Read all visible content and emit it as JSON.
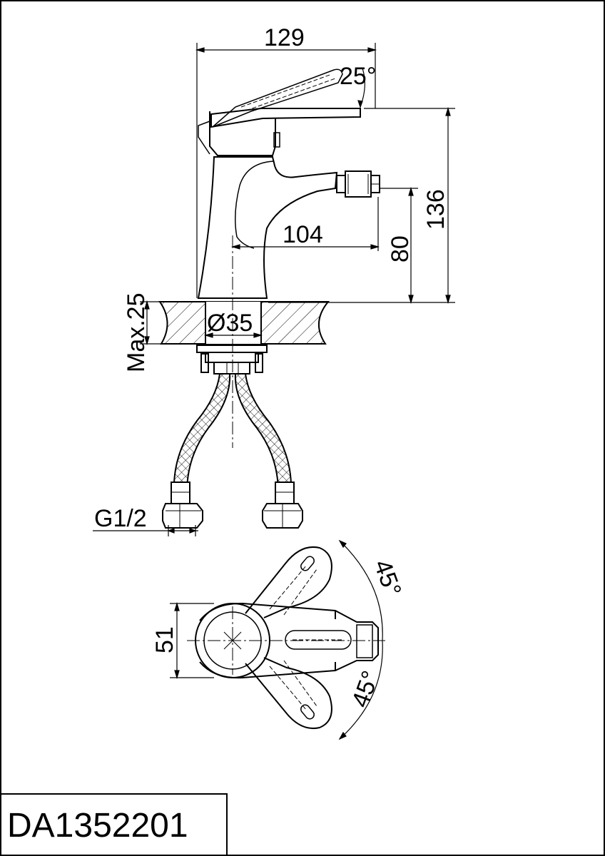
{
  "drawing": {
    "code": "DA1352201",
    "dimensions": {
      "overall_width": "129",
      "lever_angle": "25°",
      "total_height": "136",
      "spout_height": "80",
      "spout_reach": "104",
      "hole_diameter": "Ø35",
      "max_thickness": "Max.25",
      "connection": "G1/2",
      "body_width": "51",
      "angle_up": "45°",
      "angle_down": "45°"
    }
  }
}
